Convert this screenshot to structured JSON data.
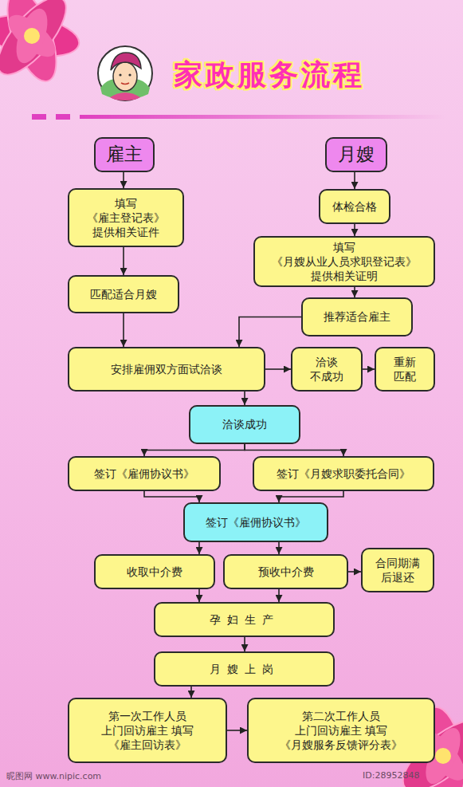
{
  "diagram": {
    "title": "家政服务流程",
    "nodes": [
      {
        "text": [
          "雇主"
        ]
      },
      {
        "text": [
          "月嫂"
        ]
      },
      {
        "text": [
          "填写 《雇主登记表》 提供相关证件"
        ]
      },
      {
        "text": [
          "体检合格"
        ]
      },
      {
        "text": [
          "填写 《月嫂从业人员求职登记表》 提供相关证明"
        ]
      },
      {
        "text": [
          "匹配适合月嫂"
        ]
      },
      {
        "text": [
          "推荐适合雇主"
        ]
      },
      {
        "text": [
          "安排雇佣双方面试洽谈"
        ]
      },
      {
        "text": [
          "洽谈 不成功"
        ]
      },
      {
        "text": [
          "重新 匹配"
        ]
      },
      {
        "text": [
          "洽谈成功"
        ]
      },
      {
        "text": [
          "签订《雇佣协议书》"
        ]
      },
      {
        "text": [
          "签订《月嫂求职委托合同》"
        ]
      },
      {
        "text": [
          "签订《雇佣协议书》"
        ]
      },
      {
        "text": [
          "收取中介费"
        ]
      },
      {
        "text": [
          "预收中介费"
        ]
      },
      {
        "text": [
          "合同期满 后退还"
        ]
      },
      {
        "text": [
          "孕妇生产"
        ]
      },
      {
        "text": [
          "月嫂上岗"
        ]
      },
      {
        "text": [
          "第一次工作人员 上门回访雇主 填写《雇主回访表》"
        ]
      },
      {
        "text": [
          "第二次工作人员 上门回访雇主 填写《月嫂服务反馈评分表》"
        ]
      }
    ],
    "edges": [
      {
        "from": 0,
        "to": 2,
        "arrow": "to"
      },
      {
        "from": 2,
        "to": 5,
        "arrow": "to"
      },
      {
        "from": 5,
        "to": 7,
        "arrow": "to"
      },
      {
        "from": 1,
        "to": 3,
        "arrow": "to"
      },
      {
        "from": 3,
        "to": 4,
        "arrow": "to"
      },
      {
        "from": 4,
        "to": 6,
        "arrow": "to"
      },
      {
        "from": 6,
        "to": 7,
        "arrow": "to"
      },
      {
        "from": 7,
        "to": 8,
        "arrow": "to"
      },
      {
        "from": 8,
        "to": 9,
        "arrow": "to"
      },
      {
        "from": 7,
        "to": 10,
        "arrow": "to"
      },
      {
        "from": 10,
        "to": 11,
        "arrow": "to"
      },
      {
        "from": 10,
        "to": 12,
        "arrow": "to"
      },
      {
        "from": 11,
        "to": 13,
        "arrow": "to"
      },
      {
        "from": 12,
        "to": 13,
        "arrow": "to"
      },
      {
        "from": 13,
        "to": 14,
        "arrow": "to"
      },
      {
        "from": 13,
        "to": 15,
        "arrow": "to"
      },
      {
        "from": 15,
        "to": 16,
        "arrow": "to"
      },
      {
        "from": 14,
        "to": 17,
        "arrow": "to"
      },
      {
        "from": 15,
        "to": 17,
        "arrow": "to"
      },
      {
        "from": 17,
        "to": 18,
        "arrow": "to"
      },
      {
        "from": 18,
        "to": 19,
        "arrow": "to"
      },
      {
        "from": 19,
        "to": 20,
        "arrow": "to"
      }
    ],
    "labels": [
      "昵图网 www.nipic.com",
      "ID:28952848"
    ]
  }
}
